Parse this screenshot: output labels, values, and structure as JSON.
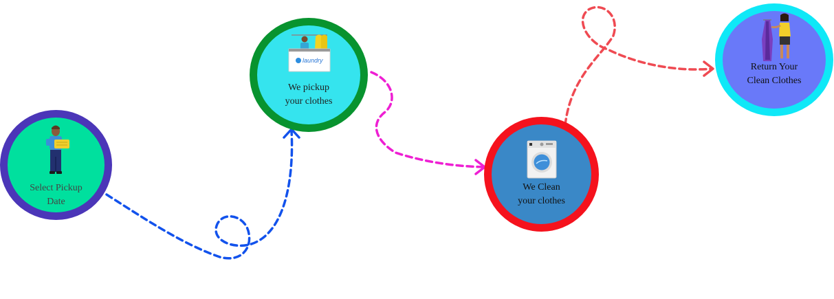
{
  "steps": [
    {
      "id": "select-date",
      "label": "Select Pickup\nDate",
      "ring_color": "#4b36b8",
      "fill_color": "#00e09e",
      "text_color": "#444444",
      "icon": "person-with-laundry-basket-icon"
    },
    {
      "id": "pickup",
      "label": "We pickup\nyour clothes",
      "ring_color": "#08932f",
      "fill_color": "#35e4ee",
      "text_color": "#1f1f1f",
      "icon": "laundry-counter-icon",
      "logo_text": "laundry"
    },
    {
      "id": "clean",
      "label": "We Clean\nyour clothes",
      "ring_color": "#f5121d",
      "fill_color": "#3a88c7",
      "text_color": "#111111",
      "icon": "washing-machine-icon"
    },
    {
      "id": "return",
      "label": "Return Your\nClean Clothes",
      "ring_color": "#0fe8f7",
      "fill_color": "#6979f9",
      "text_color": "#111111",
      "icon": "woman-with-garment-icon"
    }
  ],
  "connectors": [
    {
      "from": "select-date",
      "to": "pickup",
      "color": "#1252ec"
    },
    {
      "from": "pickup",
      "to": "clean",
      "color": "#ee1fd3"
    },
    {
      "from": "clean",
      "to": "return",
      "color": "#ef4a52"
    }
  ]
}
